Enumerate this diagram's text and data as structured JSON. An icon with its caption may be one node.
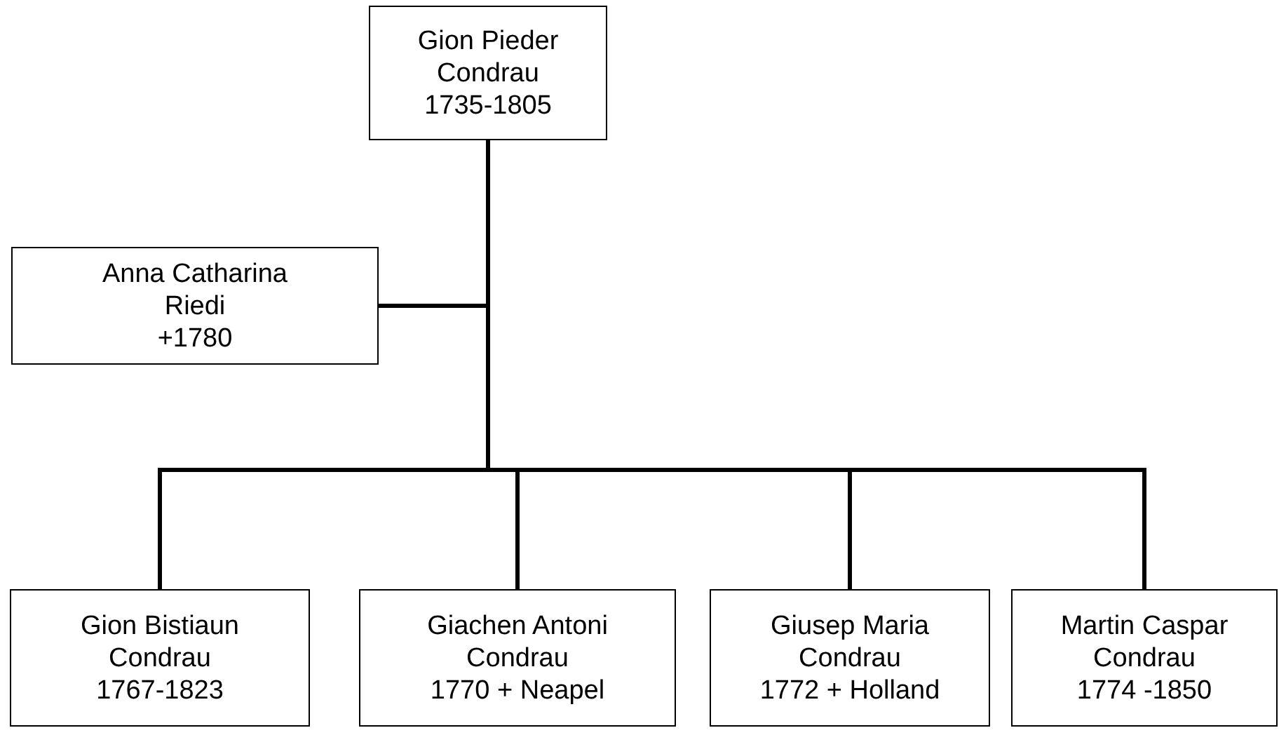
{
  "diagram": {
    "nodes": [
      {
        "text": [
          "Gion Pieder Condrau",
          "1735-1805"
        ]
      },
      {
        "text": [
          "Anna Catharina Riedi",
          "+1780"
        ]
      },
      {
        "text": [
          "Gion Bistiaun Condrau",
          "1767-1823"
        ]
      },
      {
        "text": [
          "Giachen Antoni Condrau",
          "1770 + Neapel"
        ]
      },
      {
        "text": [
          "Giusep Maria Condrau",
          "1772 + Holland"
        ]
      },
      {
        "text": [
          "Martin Caspar Condrau",
          "1774 -1850"
        ]
      }
    ],
    "edges": [
      {
        "from": 0,
        "to": 2,
        "arrow": "none"
      },
      {
        "from": 0,
        "to": 3,
        "arrow": "none"
      },
      {
        "from": 0,
        "to": 4,
        "arrow": "none"
      },
      {
        "from": 0,
        "to": 5,
        "arrow": "none"
      },
      {
        "from": 1,
        "to": 2,
        "arrow": "none"
      },
      {
        "from": 1,
        "to": 3,
        "arrow": "none"
      },
      {
        "from": 1,
        "to": 4,
        "arrow": "none"
      },
      {
        "from": 1,
        "to": 5,
        "arrow": "none"
      }
    ]
  }
}
